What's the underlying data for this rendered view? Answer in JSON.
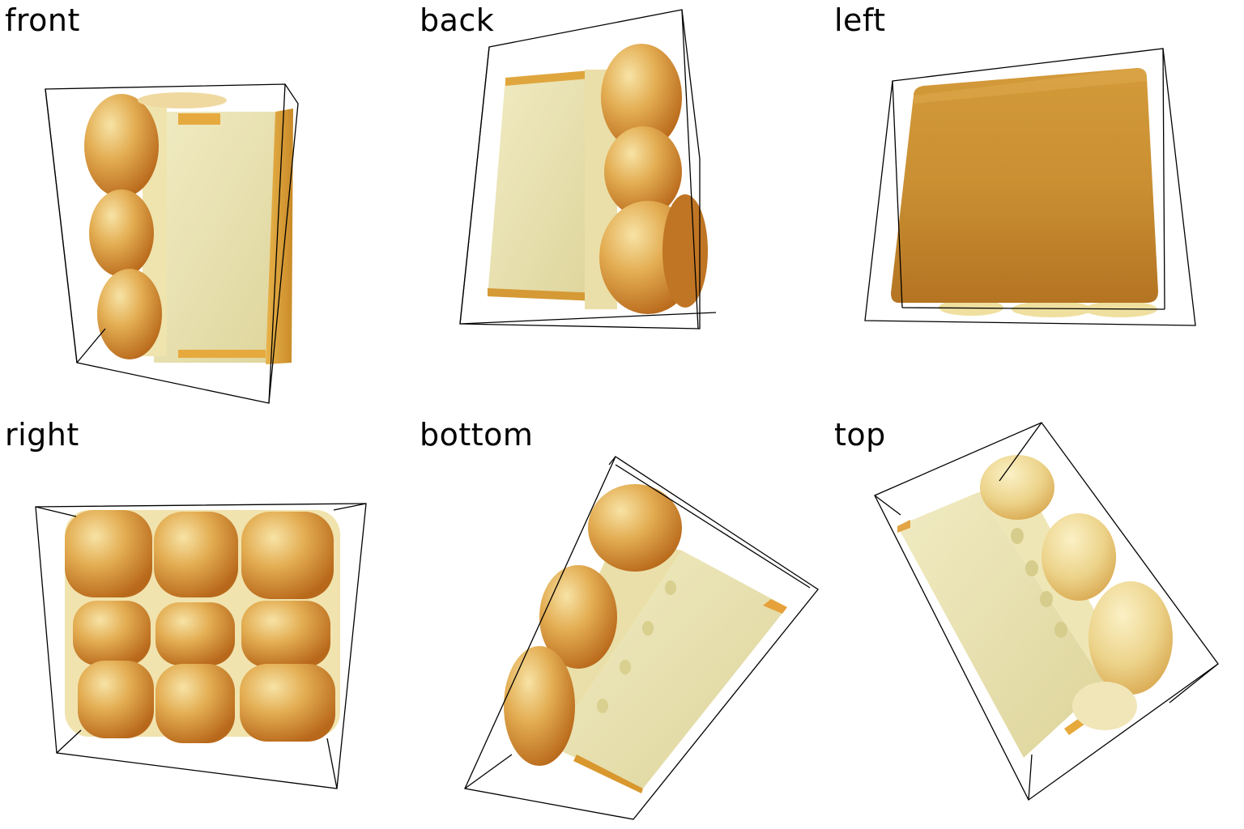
{
  "views": [
    {
      "label": "front"
    },
    {
      "label": "back"
    },
    {
      "label": "left"
    },
    {
      "label": "right"
    },
    {
      "label": "bottom"
    },
    {
      "label": "top"
    }
  ],
  "colors": {
    "crust_light": "#f5d98c",
    "crust_mid": "#e0a84a",
    "crust_dark": "#c2761e",
    "crumb": "#ece4b4",
    "crumb_shade": "#d8cf94",
    "box_line": "#000000"
  }
}
